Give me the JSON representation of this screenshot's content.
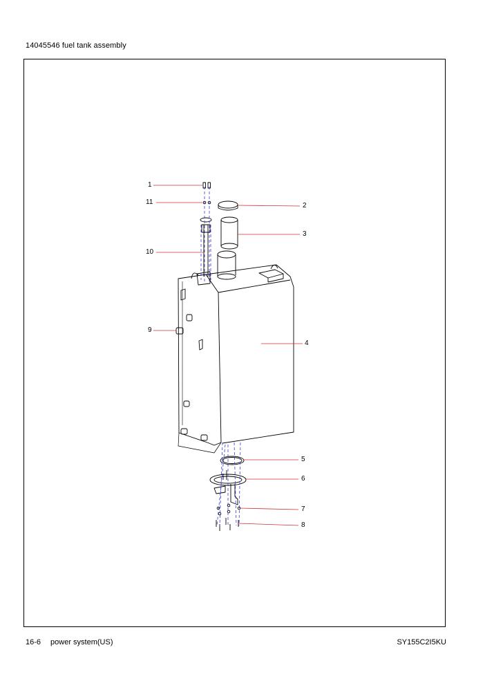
{
  "header": {
    "title": "14045546   fuel tank assembly"
  },
  "diagram": {
    "callouts": [
      {
        "label": "1"
      },
      {
        "label": "11"
      },
      {
        "label": "10"
      },
      {
        "label": "9"
      },
      {
        "label": "2"
      },
      {
        "label": "3"
      },
      {
        "label": "4"
      },
      {
        "label": "5"
      },
      {
        "label": "6"
      },
      {
        "label": "7"
      },
      {
        "label": "8"
      }
    ],
    "colors": {
      "leader_line": "#d03030",
      "hidden_line": "#3a3ad8",
      "outline": "#000000"
    }
  },
  "footer": {
    "page": "16-6",
    "section": "power system(US)",
    "model": "SY155C2I5KU"
  }
}
